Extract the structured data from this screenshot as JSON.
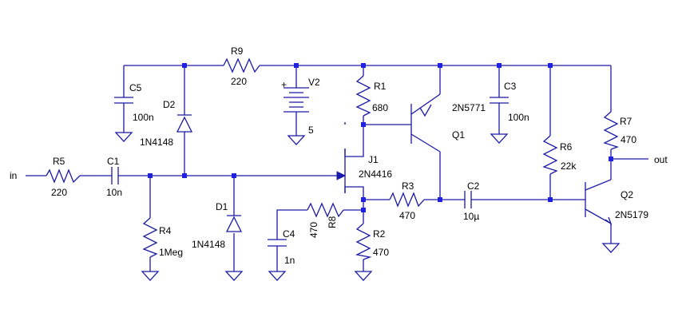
{
  "colors": {
    "wire": "#1a1aa8",
    "junction": "#2020e0",
    "background": "#ffffff",
    "text": "#000000"
  },
  "ports": {
    "in": "in",
    "out": "out"
  },
  "components": {
    "R1": {
      "ref": "R1",
      "value": "680"
    },
    "R2": {
      "ref": "R2",
      "value": "470"
    },
    "R3": {
      "ref": "R3",
      "value": "470"
    },
    "R4": {
      "ref": "R4",
      "value": "1Meg"
    },
    "R5": {
      "ref": "R5",
      "value": "220"
    },
    "R6": {
      "ref": "R6",
      "value": "22k"
    },
    "R7": {
      "ref": "R7",
      "value": "470"
    },
    "R8": {
      "ref": "R8",
      "value": "470"
    },
    "R9": {
      "ref": "R9",
      "value": "220"
    },
    "C1": {
      "ref": "C1",
      "value": "10n"
    },
    "C2": {
      "ref": "C2",
      "value": "10µ"
    },
    "C3": {
      "ref": "C3",
      "value": "100n"
    },
    "C4": {
      "ref": "C4",
      "value": "1n"
    },
    "C5": {
      "ref": "C5",
      "value": "100n"
    },
    "D1": {
      "ref": "D1",
      "value": "1N4148"
    },
    "D2": {
      "ref": "D2",
      "value": "1N4148"
    },
    "J1": {
      "ref": "J1",
      "value": "2N4416"
    },
    "Q1": {
      "ref": "Q1",
      "value": "2N5771"
    },
    "Q2": {
      "ref": "Q2",
      "value": "2N5179"
    },
    "V2": {
      "ref": "V2",
      "value": "5",
      "polarity": "+"
    }
  }
}
